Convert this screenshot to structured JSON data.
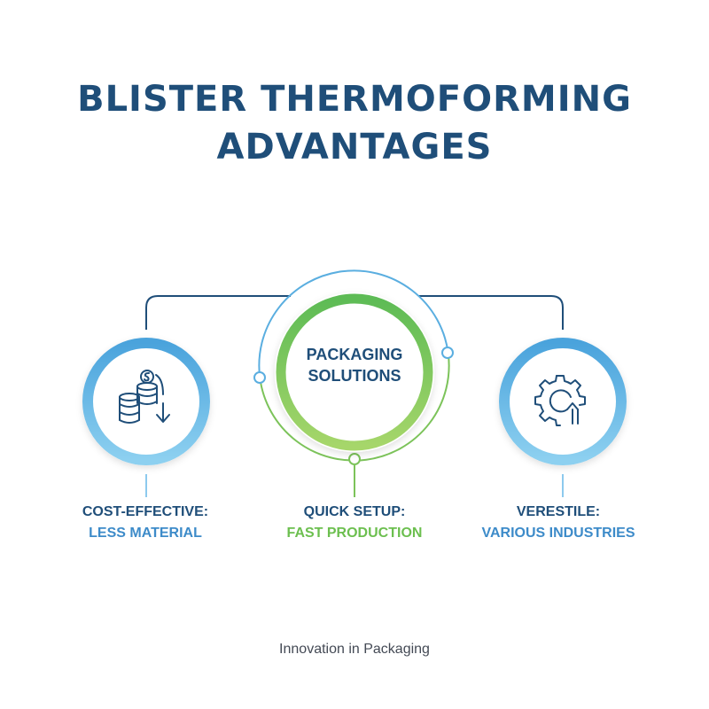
{
  "title": {
    "line1": "BLISTER THERMOFORMING",
    "line2": "ADVANTAGES"
  },
  "center_node": {
    "line1": "PACKAGING",
    "line2": "SOLUTIONS"
  },
  "nodes": [
    {
      "icon": "coins-down-arrow-icon",
      "heading": "COST-EFFECTIVE:",
      "subheading": "LESS MATERIAL"
    },
    {
      "icon": "none",
      "heading": "QUICK SETUP:",
      "subheading": "FAST PRODUCTION"
    },
    {
      "icon": "gear-up-arrow-icon",
      "heading": "VERESTILE:",
      "subheading": "VARIOUS INDUSTRIES"
    }
  ],
  "footer": "Innovation in Packaging",
  "colors": {
    "title": "#1f4e79",
    "blue_ring": "#5aaee0",
    "green_ring": "#7cc35a",
    "connector": "#1f4e79",
    "blue_text": "#3d8bc9",
    "green_text": "#6cbf4f"
  }
}
